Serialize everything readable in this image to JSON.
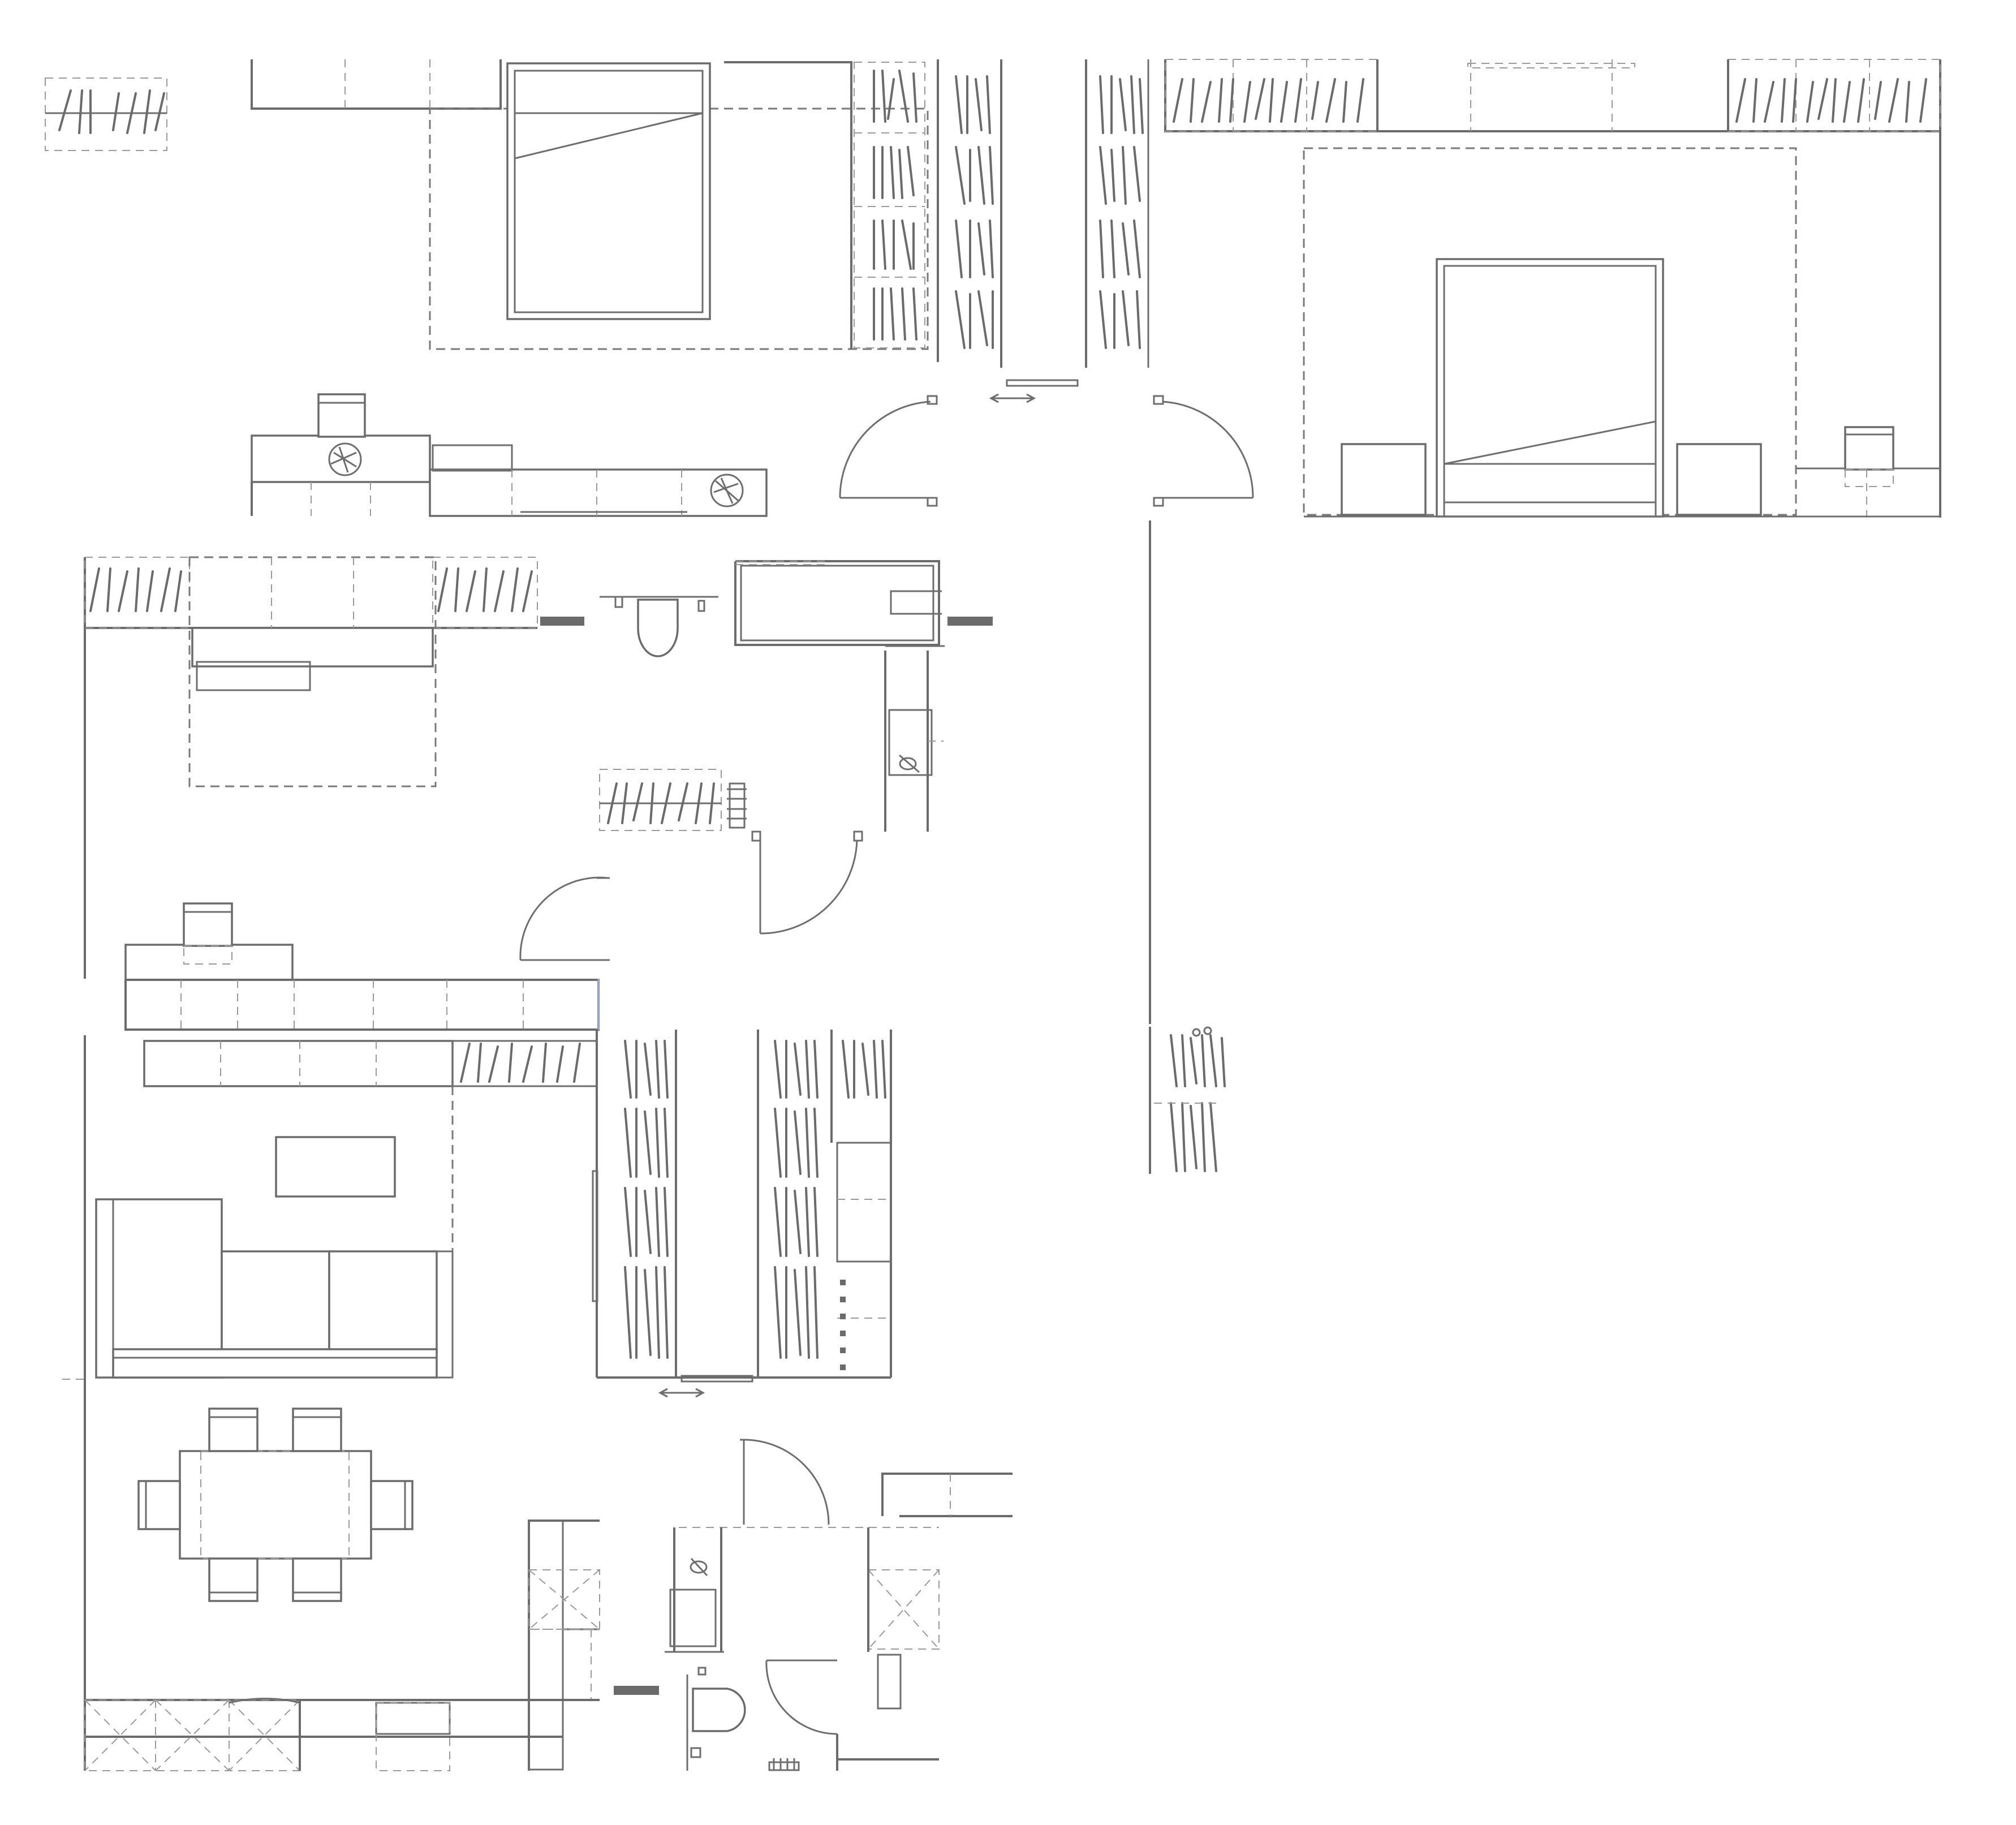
{
  "plan": {
    "colors": {
      "line": "#6b6b6b",
      "dash": "#7a7a7a",
      "background": "#ffffff",
      "bar": "#6b6b6b"
    },
    "rooms": [
      {
        "id": "master-bedroom",
        "icon": "bed-icon"
      },
      {
        "id": "bedroom-2",
        "icon": "bed-icon"
      },
      {
        "id": "walk-in-closet",
        "icon": "wardrobe-icon"
      },
      {
        "id": "bathroom",
        "icon": "toilet-icon"
      },
      {
        "id": "living-room",
        "icon": "sofa-icon"
      },
      {
        "id": "dining-area",
        "icon": "dining-table-icon"
      },
      {
        "id": "kitchen",
        "icon": "kitchen-counter-icon"
      },
      {
        "id": "guest-wc",
        "icon": "toilet-icon"
      }
    ],
    "symbols": {
      "sliding_door": "double-arrow-icon",
      "swing_door": "door-swing-icon",
      "wardrobe": "hanger-icon",
      "radiator": "radiator-icon",
      "shower": "shower-head-icon"
    }
  }
}
